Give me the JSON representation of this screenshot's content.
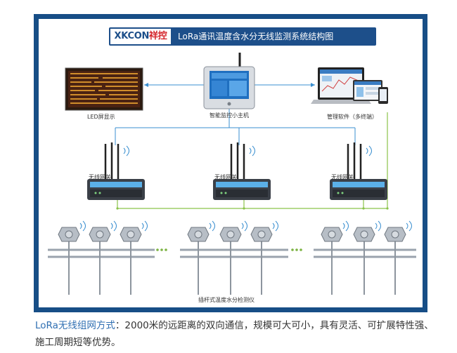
{
  "header": {
    "logo_mark": "X",
    "logo_text": "KCON",
    "logo_cn": "祥控",
    "title": "LoRa通讯温度含水分无线监测系统结构图"
  },
  "devices": {
    "led_label": "LED屏显示",
    "host_label": "智能监控小主机",
    "software_label": "管理软件（多终端）",
    "gateway_label": "无线网关",
    "sensor_row_label": "插杆式温度水分检测仪",
    "ellipsis": "···"
  },
  "caption": {
    "highlight": "LoRa无线组网方式",
    "text": "：2000米的远距离的双向通信，规模可大可小，具有灵活、可扩展特性强、施工周期短等优势。"
  },
  "colors": {
    "frame": "#174e86",
    "blue_line": "#3a8fd0",
    "green_line": "#8bc34a",
    "caption_highlight": "#2f6fb2"
  }
}
